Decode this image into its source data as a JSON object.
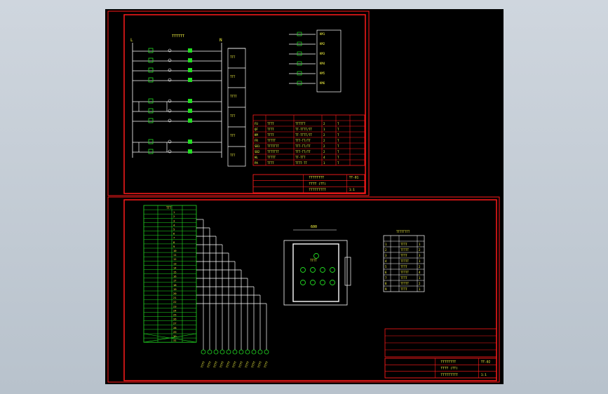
{
  "drawing": {
    "upper_sheet": {
      "bus_label_left": "L",
      "bus_label_right": "N",
      "header_note": "TTTTTT",
      "side_box_labels": [
        "TTT",
        "TTT",
        "TTTT",
        "TTT",
        "TTT",
        "TTT"
      ],
      "legend_items": [
        "KM1",
        "KM2",
        "KM3",
        "KM4",
        "KM5",
        "KM6"
      ],
      "bom_rows": [
        {
          "code": "FU",
          "name": "TTTT",
          "spec": "TTTTTT",
          "qty": "2",
          "unit": "T"
        },
        {
          "code": "QF",
          "name": "TTTT",
          "spec": "TT-TTTT/TT",
          "qty": "1",
          "unit": "T"
        },
        {
          "code": "KM",
          "name": "TTTT",
          "spec": "TT-TTTT/TT",
          "qty": "2",
          "unit": "T"
        },
        {
          "code": "FR",
          "name": "TTTTT",
          "spec": "TTT-TT/TT",
          "qty": "2",
          "unit": "T"
        },
        {
          "code": "SB1",
          "name": "TTTTTTT",
          "spec": "TTT-TT/TT",
          "qty": "2",
          "unit": "T"
        },
        {
          "code": "SB2",
          "name": "TTTTTTT",
          "spec": "TTT-TT/TT",
          "qty": "2",
          "unit": "T"
        },
        {
          "code": "HL",
          "name": "TTTTT",
          "spec": "TT-TTT",
          "qty": "4",
          "unit": "T"
        },
        {
          "code": "PA",
          "name": "TTTT",
          "spec": "TTTT-TT",
          "qty": "1",
          "unit": "T"
        }
      ],
      "title_block": {
        "project": "TTTTTTTT",
        "drawing_title": "TTTT (TT)",
        "company": "TTTTTTTTT",
        "sheet_no": "TT-01",
        "scale": "1:1"
      }
    },
    "lower_sheet": {
      "terminal_header": "TTT",
      "terminal_numbers": [
        "1",
        "2",
        "3",
        "4",
        "5",
        "6",
        "7",
        "8",
        "9",
        "10",
        "11",
        "12",
        "13",
        "14",
        "15",
        "16",
        "17",
        "18",
        "19",
        "20",
        "21",
        "22",
        "23",
        "24",
        "25",
        "26",
        "27",
        "28",
        "29",
        "30",
        "31"
      ],
      "cable_labels": [
        "TTTT",
        "TTTT",
        "TTTT",
        "TTTT",
        "TTTT",
        "TTTT",
        "TTTT",
        "TTTT",
        "TTTT",
        "TTTT",
        "TTTT"
      ],
      "panel_dimension": "600",
      "panel_label": "TTTT",
      "component_table_title": "TTTTTTTT",
      "component_rows": [
        {
          "no": "1",
          "name": "TTTT",
          "qty": "1"
        },
        {
          "no": "2",
          "name": "TTTTT",
          "qty": "2"
        },
        {
          "no": "3",
          "name": "TTTT",
          "qty": "3"
        },
        {
          "no": "4",
          "name": "TTTTT",
          "qty": "1"
        },
        {
          "no": "5",
          "name": "TTTT",
          "qty": "2"
        },
        {
          "no": "6",
          "name": "TTTTT",
          "qty": "4"
        },
        {
          "no": "7",
          "name": "TTTT",
          "qty": "1"
        },
        {
          "no": "8",
          "name": "TTTTT",
          "qty": "2"
        },
        {
          "no": "9",
          "name": "TTTT",
          "qty": "1"
        }
      ],
      "title_block": {
        "project": "TTTTTTTT",
        "drawing_title": "TTTT (TT)",
        "company": "TTTTTTTTT",
        "sheet_no": "TT-02",
        "scale": "1:1"
      }
    },
    "colors": {
      "frame": "#ff1a1a",
      "wire": "#ffffff",
      "component": "#22dd22",
      "text": "#ffff44",
      "background": "#000000"
    }
  }
}
